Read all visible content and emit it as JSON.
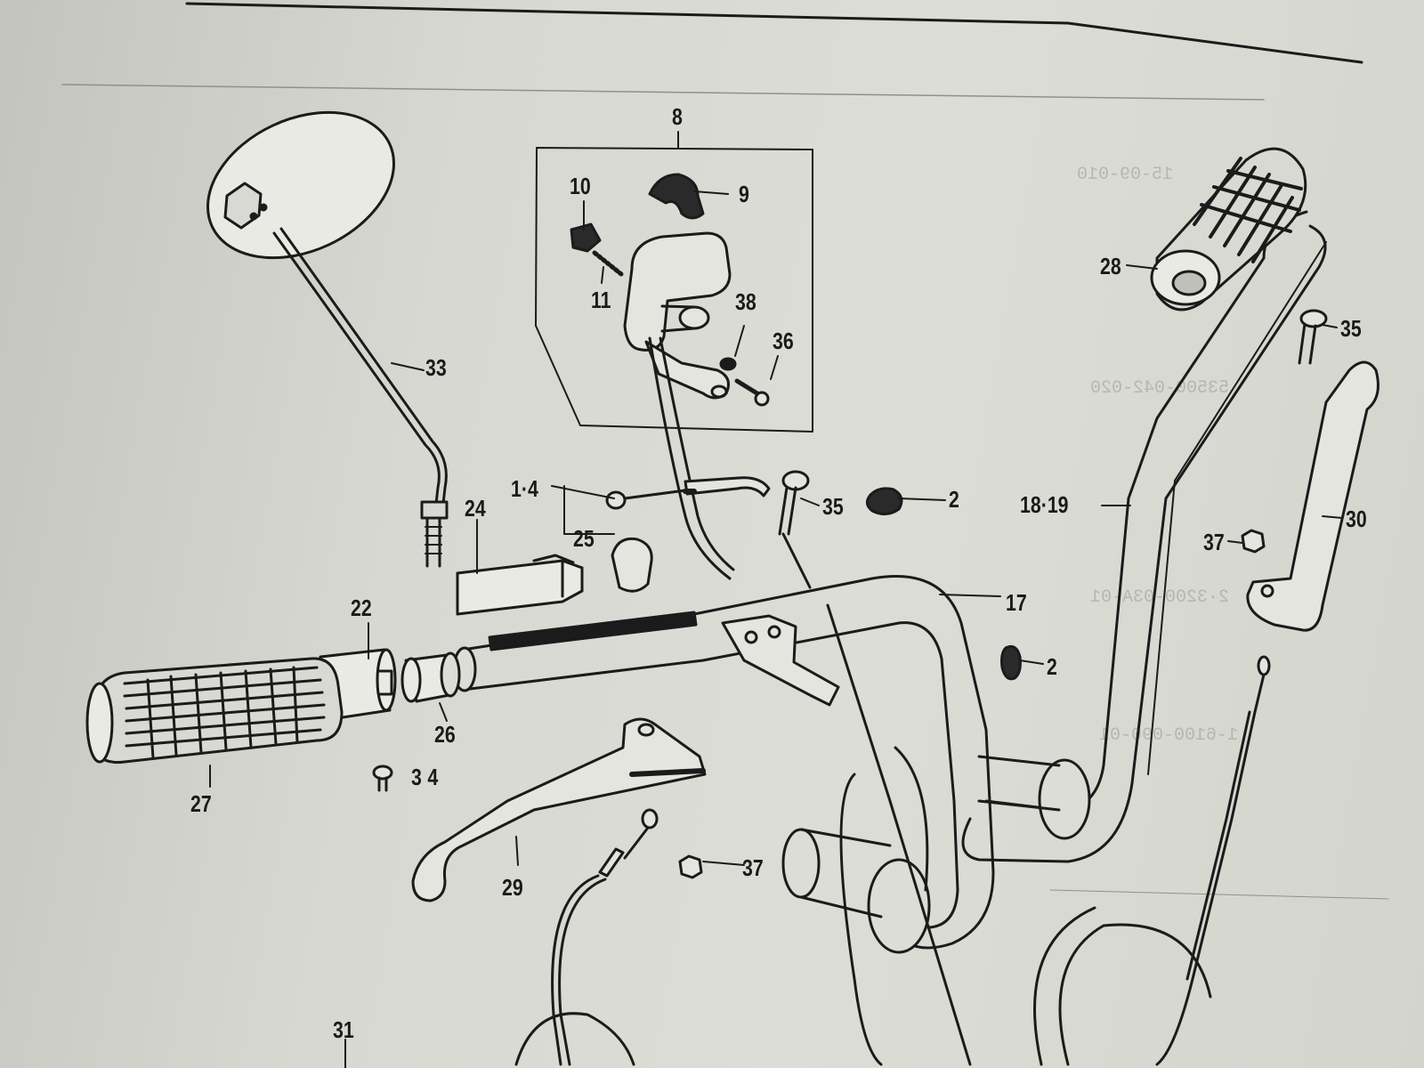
{
  "diagram": {
    "callouts": [
      {
        "id": "c8",
        "text": "8"
      },
      {
        "id": "c9",
        "text": "9"
      },
      {
        "id": "c10",
        "text": "10"
      },
      {
        "id": "c11",
        "text": "11"
      },
      {
        "id": "c38",
        "text": "38"
      },
      {
        "id": "c36",
        "text": "36"
      },
      {
        "id": "c33",
        "text": "33"
      },
      {
        "id": "c14",
        "text": "1·4"
      },
      {
        "id": "c24",
        "text": "24"
      },
      {
        "id": "c25",
        "text": "25"
      },
      {
        "id": "c35a",
        "text": "35"
      },
      {
        "id": "c2a",
        "text": "2"
      },
      {
        "id": "c1819",
        "text": "18·19"
      },
      {
        "id": "c28",
        "text": "28"
      },
      {
        "id": "c35b",
        "text": "35"
      },
      {
        "id": "c30",
        "text": "30"
      },
      {
        "id": "c37a",
        "text": "37"
      },
      {
        "id": "c17",
        "text": "17"
      },
      {
        "id": "c2b",
        "text": "2"
      },
      {
        "id": "c22",
        "text": "22"
      },
      {
        "id": "c26",
        "text": "26"
      },
      {
        "id": "c27",
        "text": "27"
      },
      {
        "id": "c34",
        "text": "34"
      },
      {
        "id": "c29",
        "text": "29"
      },
      {
        "id": "c37b",
        "text": "37"
      },
      {
        "id": "c31",
        "text": "31"
      }
    ],
    "bleed_through_text": [
      "15-09-010",
      "53500-042-020",
      "2·3200-03A-01",
      "1-6100-090-01"
    ]
  }
}
